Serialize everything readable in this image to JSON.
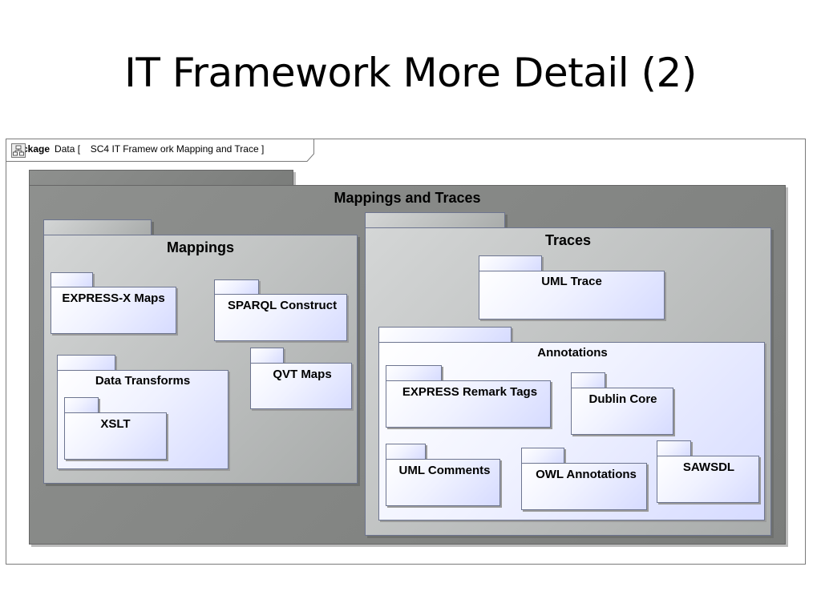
{
  "slide": {
    "title": "IT Framework More Detail (2)"
  },
  "frame": {
    "keyword": "package",
    "name": "Data",
    "bracket_open": "[",
    "diagram_name": "SC4 IT Framew ork Mapping and Trace",
    "bracket_close": "]",
    "icon": "package-diagram-icon"
  },
  "packages": {
    "mappings_and_traces": "Mappings and Traces",
    "mappings": "Mappings",
    "express_x_maps": "EXPRESS-X Maps",
    "sparql_construct": "SPARQL Construct",
    "data_transforms": "Data Transforms",
    "xslt": "XSLT",
    "qvt_maps": "QVT Maps",
    "traces": "Traces",
    "uml_trace": "UML Trace",
    "annotations": "Annotations",
    "express_remark_tags": "EXPRESS Remark Tags",
    "dublin_core": "Dublin Core",
    "uml_comments": "UML Comments",
    "owl_annotations": "OWL Annotations",
    "sawsdl": "SAWSDL"
  },
  "colors": {
    "outer_package": "#7b7d7b",
    "inner_package": "#b8bbba",
    "leaf_package": "#e3e7ff",
    "border": "#6d7590"
  }
}
